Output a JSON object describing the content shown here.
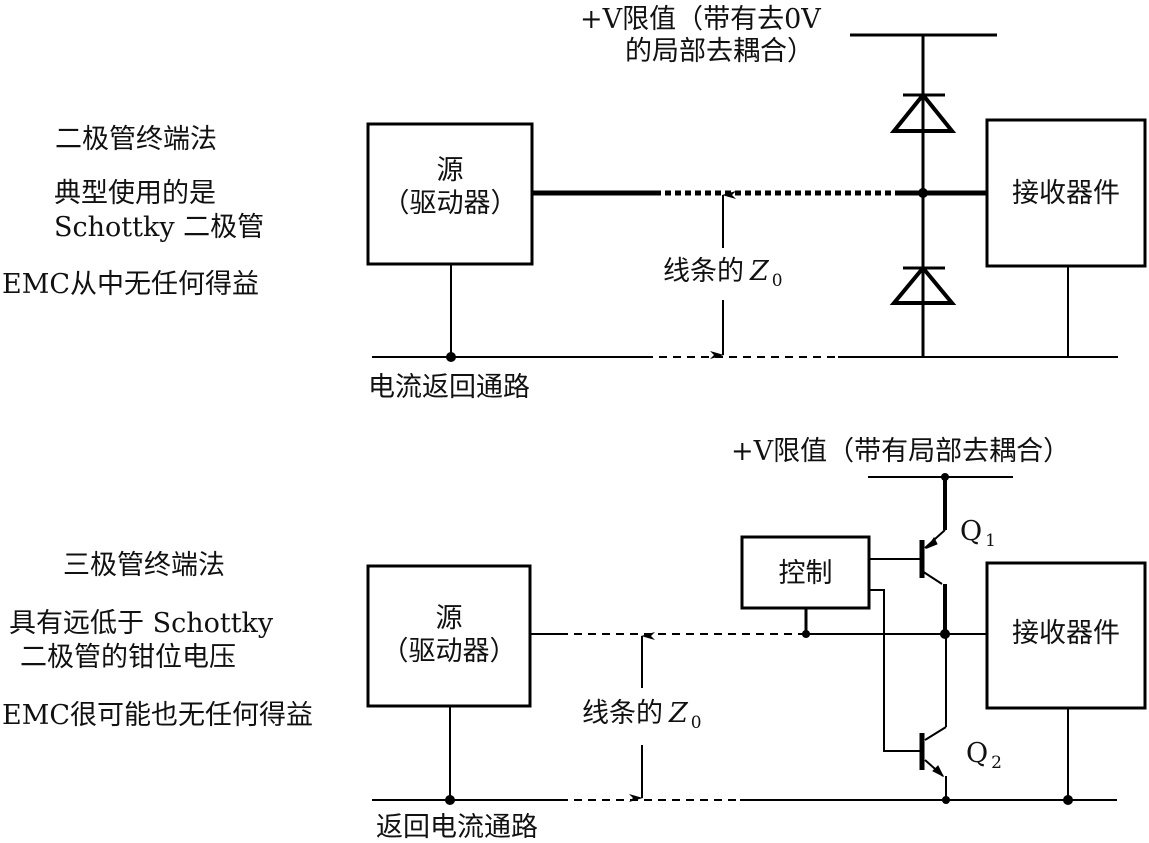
{
  "diode_section": {
    "title": "二极管终端法",
    "note_line1": "典型使用的是",
    "note_line2": "Schottky 二极管",
    "emc_note": "EMC从中无任何得益",
    "vlimit_line1": "+V限值（带有去0V",
    "vlimit_line2": "的局部去耦合）",
    "source_line1": "源",
    "source_line2": "（驱动器）",
    "receiver": "接收器件",
    "z0_label": "线条的",
    "z0_symbol": "Z",
    "z0_sub": "0",
    "return_path": "电流返回通路"
  },
  "transistor_section": {
    "title": "三极管终端法",
    "note_line1": "具有远低于 Schottky",
    "note_line2": "二极管的钳位电压",
    "emc_note": "EMC很可能也无任何得益",
    "vlimit": "+V限值（带有局部去耦合）",
    "control": "控制",
    "q1_symbol": "Q",
    "q1_sub": "1",
    "q2_symbol": "Q",
    "q2_sub": "2",
    "source_line1": "源",
    "source_line2": "（驱动器）",
    "receiver": "接收器件",
    "z0_label": "线条的",
    "z0_symbol": "Z",
    "z0_sub": "0",
    "return_path": "返回电流通路"
  }
}
